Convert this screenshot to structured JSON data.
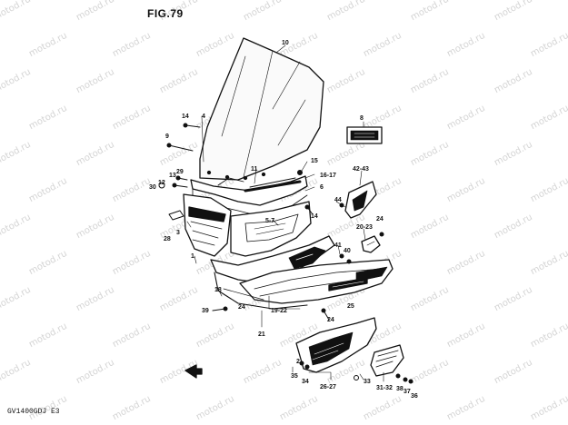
{
  "figure": {
    "title": "FIG.79",
    "model_code": "GV1400GDJ  E3"
  },
  "watermark": {
    "text": "motod.ru"
  },
  "labels": [
    {
      "id": "10",
      "text": "10"
    },
    {
      "id": "14a",
      "text": "14"
    },
    {
      "id": "4",
      "text": "4"
    },
    {
      "id": "9",
      "text": "9"
    },
    {
      "id": "13",
      "text": "13"
    },
    {
      "id": "29",
      "text": "29"
    },
    {
      "id": "12",
      "text": "12"
    },
    {
      "id": "30",
      "text": "30"
    },
    {
      "id": "11",
      "text": "11"
    },
    {
      "id": "15",
      "text": "15"
    },
    {
      "id": "16-17",
      "text": "16-17"
    },
    {
      "id": "6",
      "text": "6"
    },
    {
      "id": "8",
      "text": "8"
    },
    {
      "id": "42-43",
      "text": "42-43"
    },
    {
      "id": "44",
      "text": "44"
    },
    {
      "id": "14b",
      "text": "14"
    },
    {
      "id": "5-7",
      "text": "5-7"
    },
    {
      "id": "3",
      "text": "3"
    },
    {
      "id": "28",
      "text": "28"
    },
    {
      "id": "20-23",
      "text": "20-23"
    },
    {
      "id": "24a",
      "text": "24"
    },
    {
      "id": "41",
      "text": "41"
    },
    {
      "id": "40",
      "text": "40"
    },
    {
      "id": "1",
      "text": "1"
    },
    {
      "id": "18",
      "text": "18"
    },
    {
      "id": "25",
      "text": "25"
    },
    {
      "id": "39",
      "text": "39"
    },
    {
      "id": "24b",
      "text": "24"
    },
    {
      "id": "19-22",
      "text": "19-22"
    },
    {
      "id": "24c",
      "text": "24"
    },
    {
      "id": "21",
      "text": "21"
    },
    {
      "id": "2",
      "text": "2"
    },
    {
      "id": "35",
      "text": "35"
    },
    {
      "id": "34",
      "text": "34"
    },
    {
      "id": "26-27",
      "text": "26-27"
    },
    {
      "id": "33",
      "text": "33"
    },
    {
      "id": "31-32",
      "text": "31-32"
    },
    {
      "id": "38",
      "text": "38"
    },
    {
      "id": "37",
      "text": "37"
    },
    {
      "id": "36",
      "text": "36"
    }
  ]
}
